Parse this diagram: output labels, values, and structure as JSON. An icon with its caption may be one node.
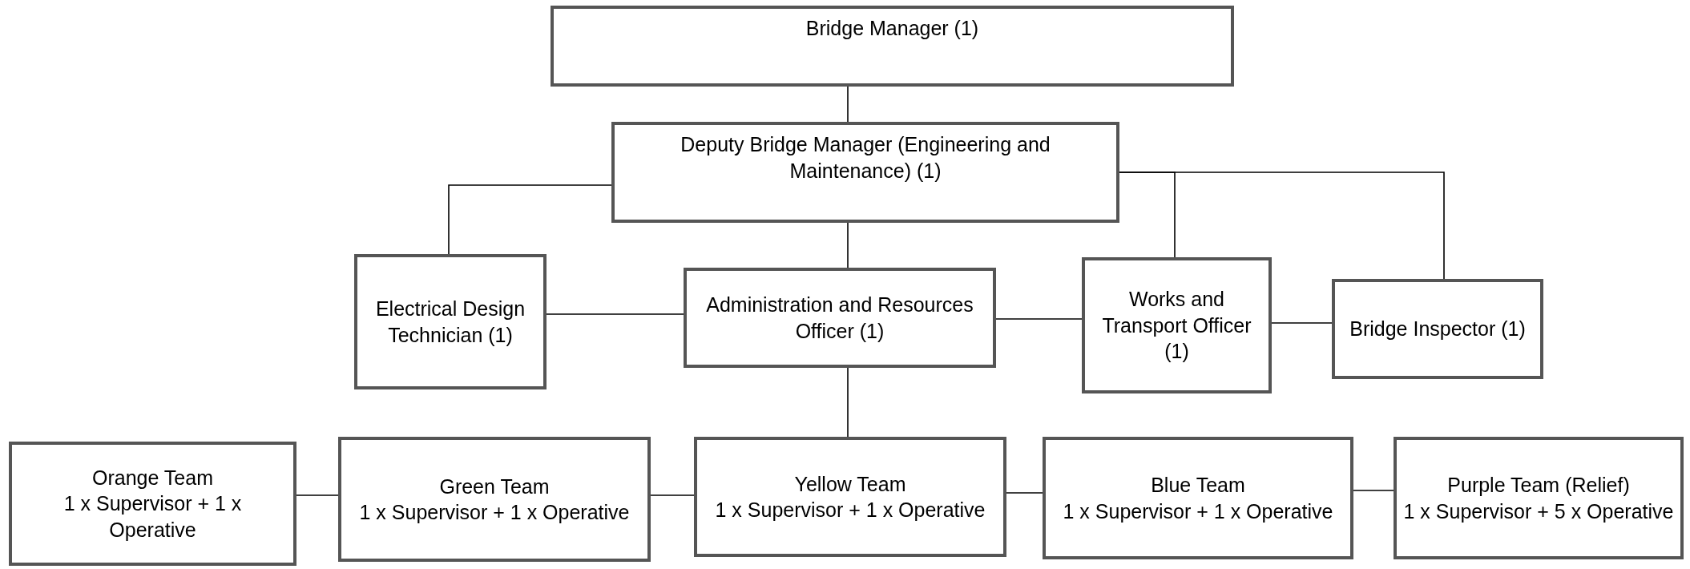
{
  "diagram": {
    "nodes": [
      {
        "text": [
          "Bridge Manager (1)"
        ]
      },
      {
        "text": [
          "Deputy Bridge Manager (Engineering and Maintenance) (1)"
        ]
      },
      {
        "text": [
          "Electrical Design Technician (1)"
        ]
      },
      {
        "text": [
          "Administration and Resources Officer (1)"
        ]
      },
      {
        "text": [
          "Works and Transport Officer (1)"
        ]
      },
      {
        "text": [
          "Bridge Inspector (1)"
        ]
      },
      {
        "text": [
          "Orange Team",
          "1 x Supervisor + 1 x Operative"
        ]
      },
      {
        "text": [
          "Green Team",
          "1 x Supervisor + 1 x Operative"
        ]
      },
      {
        "text": [
          "Yellow Team",
          "1 x Supervisor + 1 x Operative"
        ]
      },
      {
        "text": [
          "Blue Team",
          "1 x Supervisor + 1 x Operative"
        ]
      },
      {
        "text": [
          "Purple Team (Relief)",
          "1 x Supervisor + 5 x Operative"
        ]
      }
    ],
    "edges": [
      {
        "from": 0,
        "to": 1,
        "arrow": "none"
      },
      {
        "from": 1,
        "to": 2,
        "arrow": "none"
      },
      {
        "from": 1,
        "to": 3,
        "arrow": "none"
      },
      {
        "from": 1,
        "to": 4,
        "arrow": "none"
      },
      {
        "from": 1,
        "to": 5,
        "arrow": "none"
      },
      {
        "from": 2,
        "to": 3,
        "arrow": "none"
      },
      {
        "from": 3,
        "to": 4,
        "arrow": "none"
      },
      {
        "from": 4,
        "to": 5,
        "arrow": "none"
      },
      {
        "from": 3,
        "to": 8,
        "arrow": "none"
      },
      {
        "from": 6,
        "to": 7,
        "arrow": "none"
      },
      {
        "from": 7,
        "to": 8,
        "arrow": "none"
      },
      {
        "from": 8,
        "to": 9,
        "arrow": "none"
      },
      {
        "from": 9,
        "to": 10,
        "arrow": "none"
      }
    ]
  }
}
